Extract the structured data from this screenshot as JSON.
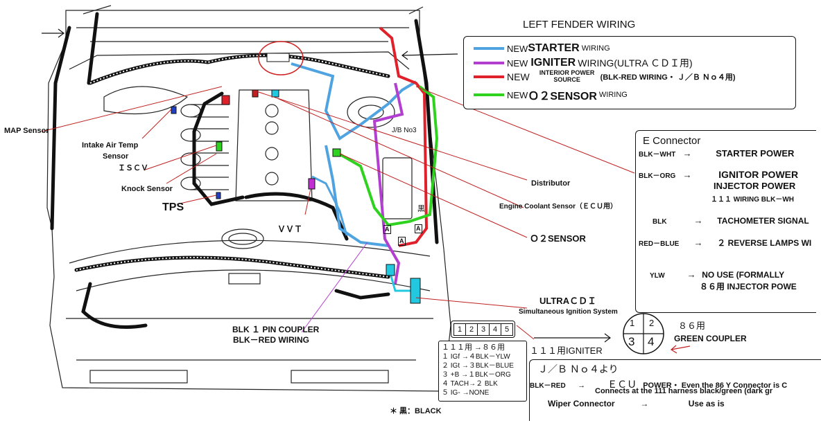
{
  "title": "LEFT FENDER WIRING",
  "legend": [
    {
      "prefix": "NEW",
      "main": "STARTER",
      "suffix": "WIRING",
      "color": "#4fa3e0"
    },
    {
      "prefix": "NEW",
      "main": "IGNITER",
      "suffix": "WIRING(ULTRA ＣＤＩ用)",
      "color": "#b23fd0"
    },
    {
      "prefix": "NEW",
      "main": "INTERIOR POWER SOURCE",
      "suffix": "(BLK-RED WIRING・ Ｊ／Ｂ Ｎｏ４用)",
      "color": "#e0202a"
    },
    {
      "prefix": "NEW",
      "main": "Ｏ２SENSOR",
      "suffix": "WIRING",
      "color": "#2fd21f"
    }
  ],
  "engine_labels": {
    "map_sensor": "MAP Sensor",
    "intake_air_temp_1": "Intake Air Temp",
    "intake_air_temp_2": "Sensor",
    "iscv": "ＩＳＣＶ",
    "knock_sensor": "Knock Sensor",
    "tps": "TPS",
    "vvt": "ＶＶＴ",
    "distributor": "Distributor",
    "ect_sensor": "Engine Coolant Sensor（ＥＣＵ用）",
    "o2_sensor": "Ｏ２SENSOR",
    "jb_no3": "J/B No3",
    "kuro": "黒",
    "mark_a1": "A",
    "mark_a2": "A",
    "mark_a3": "A"
  },
  "ultra_cdi": {
    "title": "ULTRAＣＤＩ",
    "subtitle": "Simultaneous Ignition System"
  },
  "e_connector": {
    "title": "E Connector",
    "rows": [
      {
        "key": "BLK－WHT",
        "arrow": "→",
        "value": "STARTER POWER"
      },
      {
        "key": "BLK－ORG",
        "arrow": "→",
        "value": "IGNITOR POWER"
      },
      {
        "key": "",
        "arrow": "",
        "value": "INJECTOR POWER"
      },
      {
        "key": "",
        "arrow": "",
        "value": "１１１ WIRING BLK－WH"
      },
      {
        "key": "BLK",
        "arrow": "→",
        "value": "TACHOMETER SIGNAL"
      },
      {
        "key": "RED－BLUE",
        "arrow": "→",
        "value": "２ REVERSE LAMPS WI"
      },
      {
        "key": "YLW",
        "arrow": "→",
        "value": "NO USE (FORMALLY"
      },
      {
        "key": "",
        "arrow": "",
        "value": "８６用 INJECTOR POWE"
      }
    ]
  },
  "igniter": {
    "pins": [
      "1",
      "2",
      "3",
      "4",
      "5"
    ],
    "label": "１１１用IGNITER",
    "table_header": "１１１用 →８６用",
    "table": [
      "１ IGf →４BLK－YLW",
      "２ IGt →３BLK－BLUE",
      "３ +B →１BLK－ORG",
      "４ TACH→２ BLK",
      "５ IG- →NONE"
    ]
  },
  "coupler": {
    "label": "８６用",
    "sublabel": "GREEN COUPLER",
    "pins": [
      "1",
      "2",
      "3",
      "4"
    ]
  },
  "blk_coupler": {
    "line1": "BLK １ PIN COUPLER",
    "line2": "BLK－RED WIRING"
  },
  "jb4": {
    "title": "Ｊ／Ｂ Ｎｏ４より",
    "row1_key": "BLK－RED",
    "row1_arrow": "→",
    "row1_val": "ＥＣＵ",
    "row1_rest": "POWER・ Even the 86 Y Connector is C",
    "row2": "Connects at the 111 harness black/green (dark gr",
    "row3_key": "Wiper Connector",
    "row3_arrow": "→",
    "row3_val": "Use as is"
  },
  "footnote": "＊ 黒：BLACK"
}
